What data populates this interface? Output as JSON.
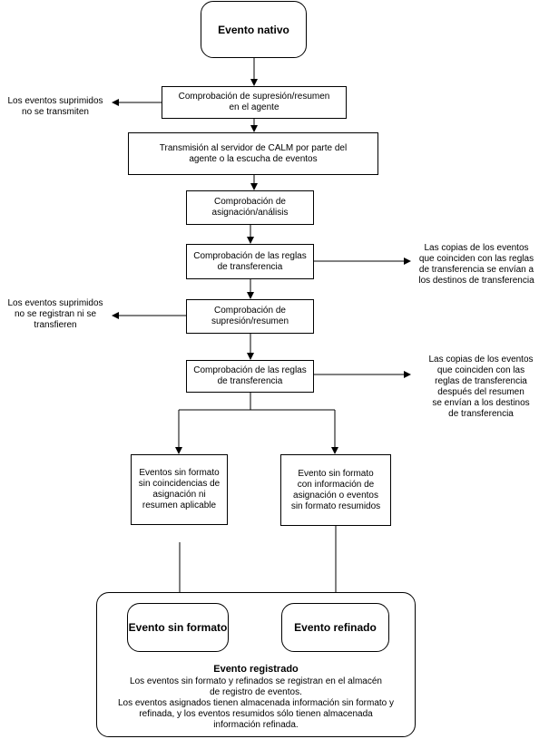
{
  "nodes": {
    "start": "Evento nativo",
    "agent_check": "Comprobación de supresión/resumen\nen el agente",
    "transmission": "Transmisión al servidor de CALM por parte del\nagente o la escucha de eventos",
    "mapping_check": "Comprobación de\nasignación/análisis",
    "transfer_check_1": "Comprobación de las reglas\nde transferencia",
    "suppression_check": "Comprobación de\nsupresión/resumen",
    "transfer_check_2": "Comprobación de las reglas\nde transferencia",
    "raw_events": "Eventos sin formato\nsin coincidencias de\nasignación ni\nresumen aplicable",
    "mapped_events": "Evento sin formato\ncon información de\nasignación o eventos\nsin formato resumidos",
    "raw_result": "Evento sin formato",
    "refined_result": "Evento refinado"
  },
  "notes": {
    "agent_suppressed": "Los eventos suprimidos\nno se transmiten",
    "transfer_copies_1": "Las copias de los eventos\nque coinciden con las reglas\nde transferencia se envían a\nlos destinos de transferencia",
    "server_suppressed": "Los eventos suprimidos\nno se registran ni se\ntransfieren",
    "transfer_copies_2": "Las copias de los eventos\nque coinciden con las\nreglas de transferencia\ndespués del resumen\nse envían a los destinos\nde transferencia"
  },
  "footer": {
    "title": "Evento registrado",
    "text": "Los eventos sin formato y refinados se registran en el almacén\nde registro de eventos.\nLos eventos asignados tienen almacenada información sin formato y\nrefinada, y los eventos resumidos sólo tienen almacenada\ninformación refinada."
  }
}
